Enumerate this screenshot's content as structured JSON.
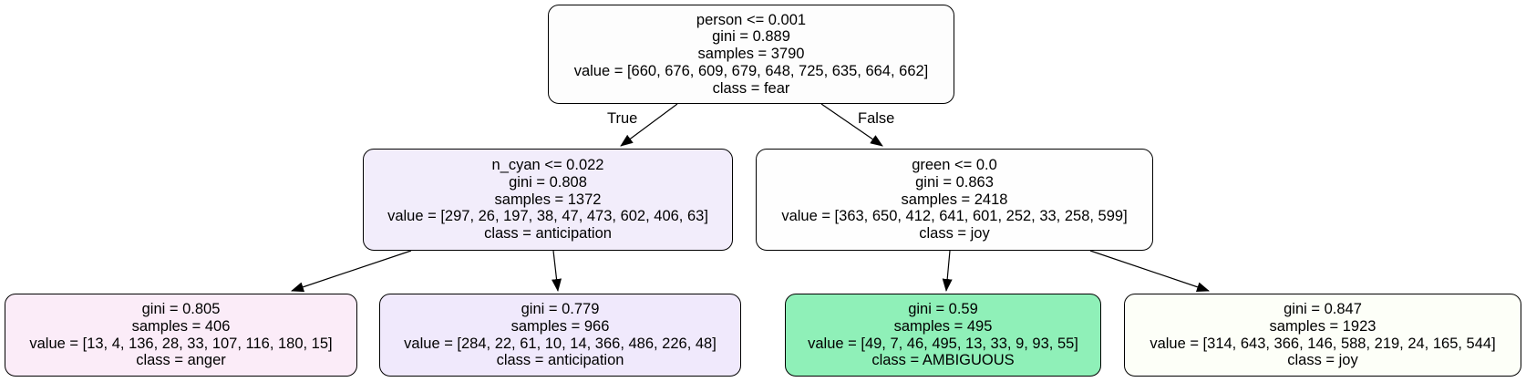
{
  "tree": {
    "nodes": [
      {
        "id": 0,
        "split": "person <= 0.001",
        "gini": "gini = 0.889",
        "samples": "samples = 3790",
        "value": "value = [660, 676, 609, 679, 648, 725, 635, 664, 662]",
        "class": "class = fear",
        "fill": "#fdfdfd"
      },
      {
        "id": 1,
        "split": "n_cyan <= 0.022",
        "gini": "gini = 0.808",
        "samples": "samples = 1372",
        "value": "value = [297, 26, 197, 38, 47, 473, 602, 406, 63]",
        "class": "class = anticipation",
        "fill": "#f2edfb"
      },
      {
        "id": 2,
        "split": "green <= 0.0",
        "gini": "gini = 0.863",
        "samples": "samples = 2418",
        "value": "value = [363, 650, 412, 641, 601, 252, 33, 258, 599]",
        "class": "class = joy",
        "fill": "#fefefe"
      },
      {
        "id": 3,
        "gini": "gini = 0.805",
        "samples": "samples = 406",
        "value": "value = [13, 4, 136, 28, 33, 107, 116, 180, 15]",
        "class": "class = anger",
        "fill": "#fbecf8"
      },
      {
        "id": 4,
        "gini": "gini = 0.779",
        "samples": "samples = 966",
        "value": "value = [284, 22, 61, 10, 14, 366, 486, 226, 48]",
        "class": "class = anticipation",
        "fill": "#f0e9fc"
      },
      {
        "id": 5,
        "gini": "gini = 0.59",
        "samples": "samples = 495",
        "value": "value = [49, 7, 46, 495, 13, 33, 9, 93, 55]",
        "class": "class = AMBIGUOUS",
        "fill": "#8ff0b8"
      },
      {
        "id": 6,
        "gini": "gini = 0.847",
        "samples": "samples = 1923",
        "value": "value = [314, 643, 366, 146, 588, 219, 24, 165, 544]",
        "class": "class = joy",
        "fill": "#fdfff8"
      }
    ],
    "edges": [
      {
        "from": 0,
        "to": 1
      },
      {
        "from": 0,
        "to": 2
      },
      {
        "from": 1,
        "to": 3
      },
      {
        "from": 1,
        "to": 4
      },
      {
        "from": 2,
        "to": 5
      },
      {
        "from": 2,
        "to": 6
      }
    ],
    "edge_labels": {
      "true": "True",
      "false": "False"
    },
    "line_color": "#000000"
  }
}
